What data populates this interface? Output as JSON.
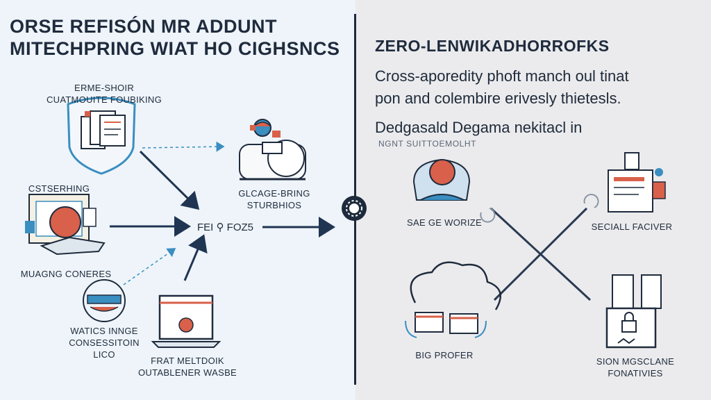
{
  "left": {
    "title_line1": "ORSE REFISÓN MR ADDUNT",
    "title_line2": "MITECHPRING WIAT HO CIGHSNCS",
    "node_top_left": [
      "ERME-SHOIR",
      "CUATMOUITE FOUBIKING"
    ],
    "node_mid_left": "CSTSERHING",
    "node_mid_left_caption": "MUAGNG CONERES",
    "node_top_right": [
      "GLCAGE-BRING",
      "STURBHIOS"
    ],
    "center_label": "FEI ⚲ FOZ5",
    "node_bottom_left": [
      "WATICS INNGE",
      "CONSESSITOIN",
      "LICO"
    ],
    "node_bottom_center": [
      "FRAT MELTDOIK",
      "OUTABLENER WASBE"
    ]
  },
  "right": {
    "title": "ZERO-LENWIKADHORROFKS",
    "body_line1": "Cross-aporedity phoft manch oul tinat",
    "body_line2": "pon and colembire erivesly thietesls.",
    "subheading": "Dedgasald Degama nekitacl in",
    "subcaption": "NGNT SUITTOEMOLHT",
    "node_top_left": "SAE GE WORIZE",
    "node_top_right": "SECIALL FACIVER",
    "node_bottom_left": "BIG PROFER",
    "node_bottom_right": [
      "SION MGSCLANE",
      "FONATIVIES"
    ]
  },
  "colors": {
    "ink": "#1f2b3d",
    "accent_blue": "#3a8ec0",
    "accent_red": "#d9604a",
    "panel_left": "#eef4f9",
    "panel_right": "#ebebed"
  },
  "icons": [
    "document-shield-icon",
    "robot-machine-icon",
    "screen-user-icon",
    "masked-person-icon",
    "laptop-browser-icon",
    "gear-hub-icon",
    "person-avatar-icon",
    "server-terminal-icon",
    "cloud-documents-icon",
    "lock-devices-icon"
  ]
}
